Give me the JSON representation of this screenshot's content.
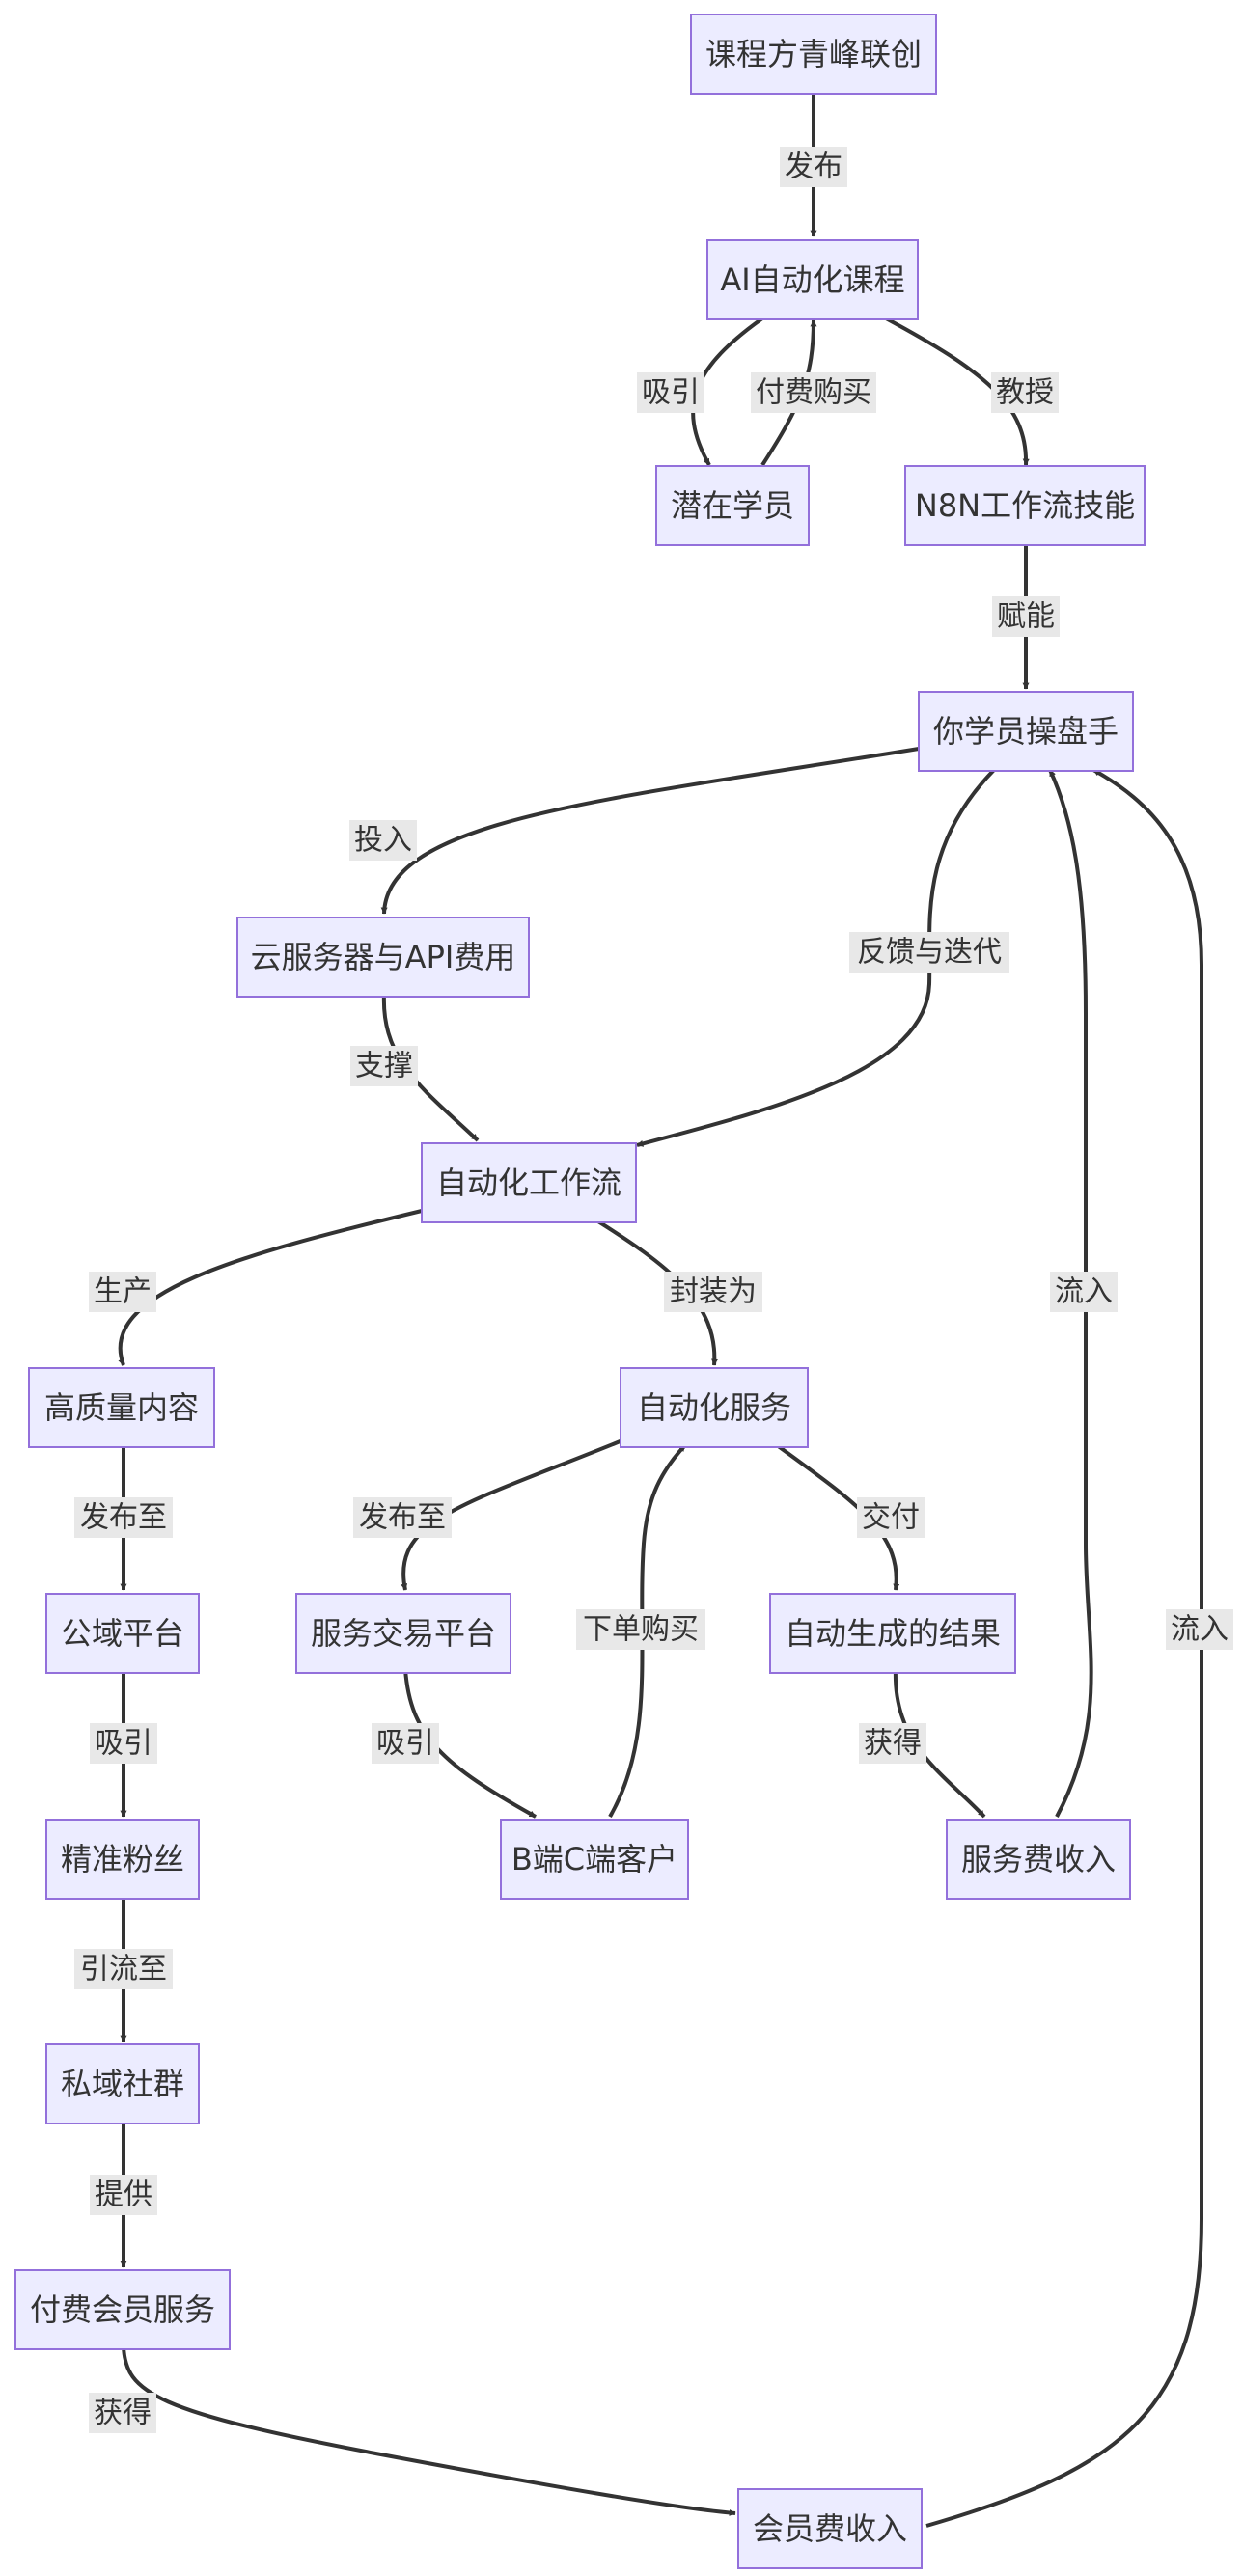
{
  "nodes": {
    "course_provider": "课程方青峰联创",
    "ai_course": "AI自动化课程",
    "potential_students": "潜在学员",
    "n8n_skill": "N8N工作流技能",
    "operator": "你学员操盘手",
    "cloud_cost": "云服务器与API费用",
    "workflow": "自动化工作流",
    "quality_content": "高质量内容",
    "auto_service": "自动化服务",
    "public_platform": "公域平台",
    "service_platform": "服务交易平台",
    "auto_result": "自动生成的结果",
    "fans": "精准粉丝",
    "bc_clients": "B端C端客户",
    "service_income": "服务费收入",
    "private_community": "私域社群",
    "paid_membership": "付费会员服务",
    "membership_income": "会员费收入"
  },
  "edges": {
    "publish": "发布",
    "attract_1": "吸引",
    "pay_buy": "付费购买",
    "teach": "教授",
    "empower": "赋能",
    "invest": "投入",
    "feedback": "反馈与迭代",
    "support": "支撑",
    "produce": "生产",
    "package_as": "封装为",
    "publish_to_1": "发布至",
    "publish_to_2": "发布至",
    "deliver": "交付",
    "attract_2": "吸引",
    "attract_3": "吸引",
    "order_buy": "下单购买",
    "obtain_1": "获得",
    "flow_in_1": "流入",
    "flow_in_2": "流入",
    "divert_to": "引流至",
    "provide": "提供",
    "obtain_2": "获得"
  },
  "colors": {
    "node_fill": "#ececff",
    "node_stroke": "#9370db",
    "edge": "#333333",
    "label_bg": "#e8e8e8"
  }
}
